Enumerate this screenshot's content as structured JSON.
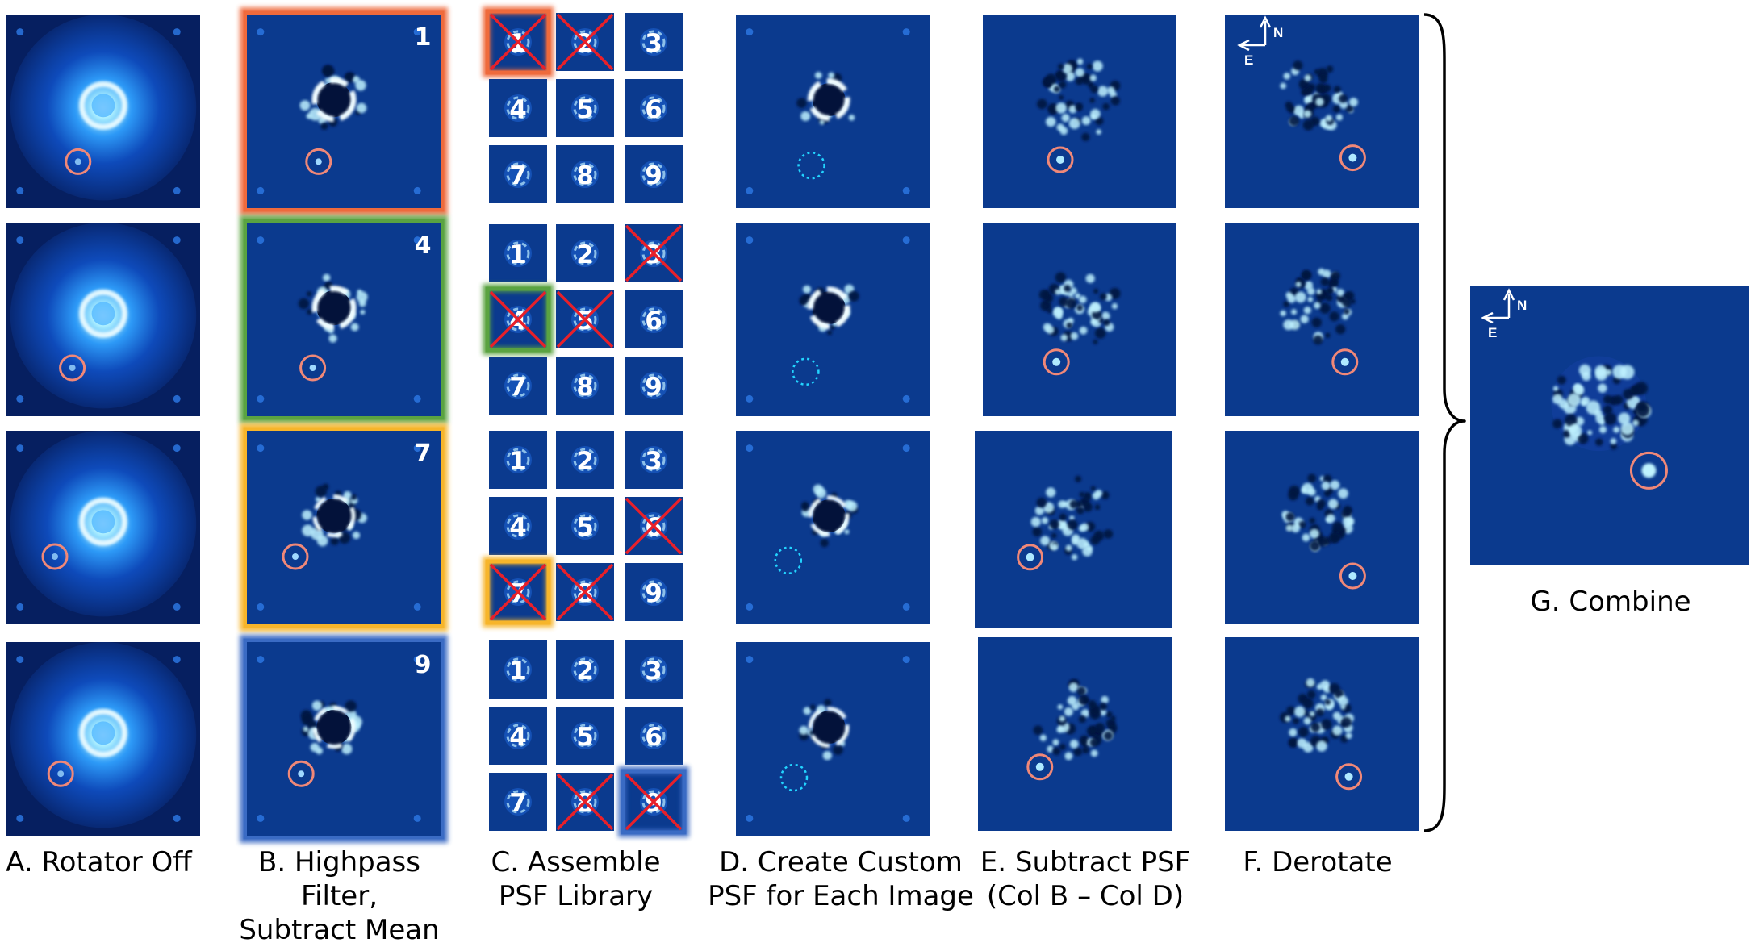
{
  "colors": {
    "panel_bg": "#0b3a8e",
    "panel_edge": "#082b70",
    "glow": "#8fe2ff",
    "companion_circle": "#f08878",
    "predicted_position_circle": "#22d4ff",
    "cross": "#e8202a",
    "frame_row1": "#ef6a3c",
    "frame_row2": "#5aa341",
    "frame_row3": "#f7b52a",
    "frame_row4": "#3a6bc4",
    "text_on_panel": "#ffffff",
    "caption_text": "#000000"
  },
  "icons": [
    "north-east-compass-icon",
    "curly-brace-icon"
  ],
  "columns": {
    "A": {
      "caption": "A. Rotator Off"
    },
    "B": {
      "caption": "B. Highpass Filter,\nSubtract Mean",
      "frame_numbers": [
        "1",
        "4",
        "7",
        "9"
      ]
    },
    "C": {
      "caption": "C. Assemble\nPSF Library"
    },
    "D": {
      "caption": "D. Create Custom\nPSF for Each Image"
    },
    "E": {
      "caption": "E. Subtract PSF\n(Col B – Col D)"
    },
    "F": {
      "caption": "F. Derotate"
    },
    "G": {
      "caption": "G. Combine"
    }
  },
  "compass": {
    "north": "N",
    "east": "E"
  },
  "psf_library": {
    "tile_labels": [
      "1",
      "2",
      "3",
      "4",
      "5",
      "6",
      "7",
      "8",
      "9"
    ],
    "groups": [
      {
        "target": "1",
        "excluded": [
          "1",
          "2"
        ]
      },
      {
        "target": "4",
        "excluded": [
          "3",
          "4",
          "5"
        ]
      },
      {
        "target": "7",
        "excluded": [
          "6",
          "7",
          "8"
        ]
      },
      {
        "target": "9",
        "excluded": [
          "8",
          "9"
        ]
      }
    ]
  }
}
